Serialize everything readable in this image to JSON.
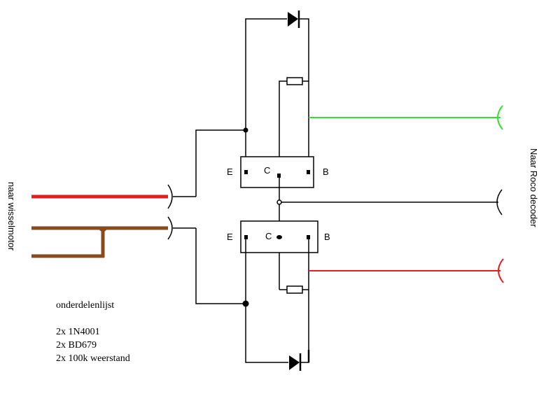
{
  "labels": {
    "left_side": "naar wisselmotor",
    "right_side": "Naar Roco decoder"
  },
  "transistor_top": {
    "emitter": "E",
    "collector": "C",
    "base": "B"
  },
  "transistor_bottom": {
    "emitter": "E",
    "collector": "C",
    "base": "B"
  },
  "parts_list": {
    "title": "onderdelenlijst",
    "items": [
      "2x 1N4001",
      "2x BD679",
      "2x 100k weerstand"
    ]
  },
  "colors": {
    "wire_black": "#000000",
    "wire_red": "#e02020",
    "wire_green": "#33dd33",
    "wire_brown": "#8b4a1c",
    "decoder_red": "#dd2222"
  }
}
